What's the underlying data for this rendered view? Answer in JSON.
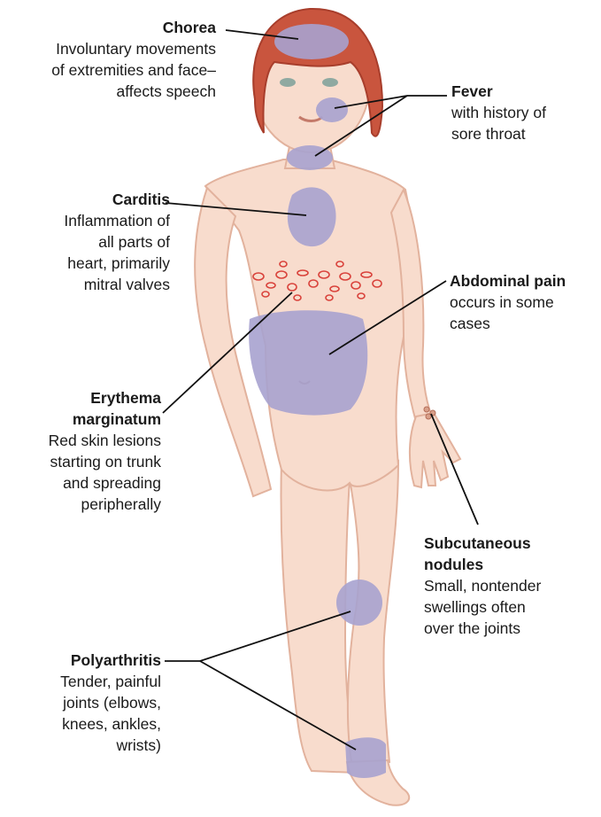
{
  "colors": {
    "skin": "#f8dccd",
    "skin_shadow": "#e9b8a4",
    "hair": "#c9553e",
    "hair_dark": "#a83e2c",
    "lesion": "#a7a2cf",
    "rash": "#d9423b",
    "leader_line": "#111111"
  },
  "callouts": {
    "chorea": {
      "title": "Chorea",
      "lines": [
        "Involuntary movements",
        "of extremities and face–",
        "affects speech"
      ]
    },
    "fever": {
      "title": "Fever",
      "lines": [
        "with history of",
        "sore throat"
      ]
    },
    "carditis": {
      "title": "Carditis",
      "lines": [
        "Inflammation of",
        "all parts of",
        "heart, primarily",
        "mitral valves"
      ]
    },
    "abdominal_pain": {
      "title": "Abdominal pain",
      "lines": [
        "occurs in some",
        "cases"
      ]
    },
    "erythema": {
      "title": "Erythema",
      "title2": "marginatum",
      "lines": [
        "Red skin lesions",
        "starting on trunk",
        "and spreading",
        "peripherally"
      ]
    },
    "nodules": {
      "title": "Subcutaneous",
      "title2": "nodules",
      "lines": [
        "Small, nontender",
        "swellings often",
        "over the joints"
      ]
    },
    "polyarthritis": {
      "title": "Polyarthritis",
      "lines": [
        "Tender, painful",
        "joints (elbows,",
        "knees, ankles,",
        "wrists)"
      ]
    }
  }
}
